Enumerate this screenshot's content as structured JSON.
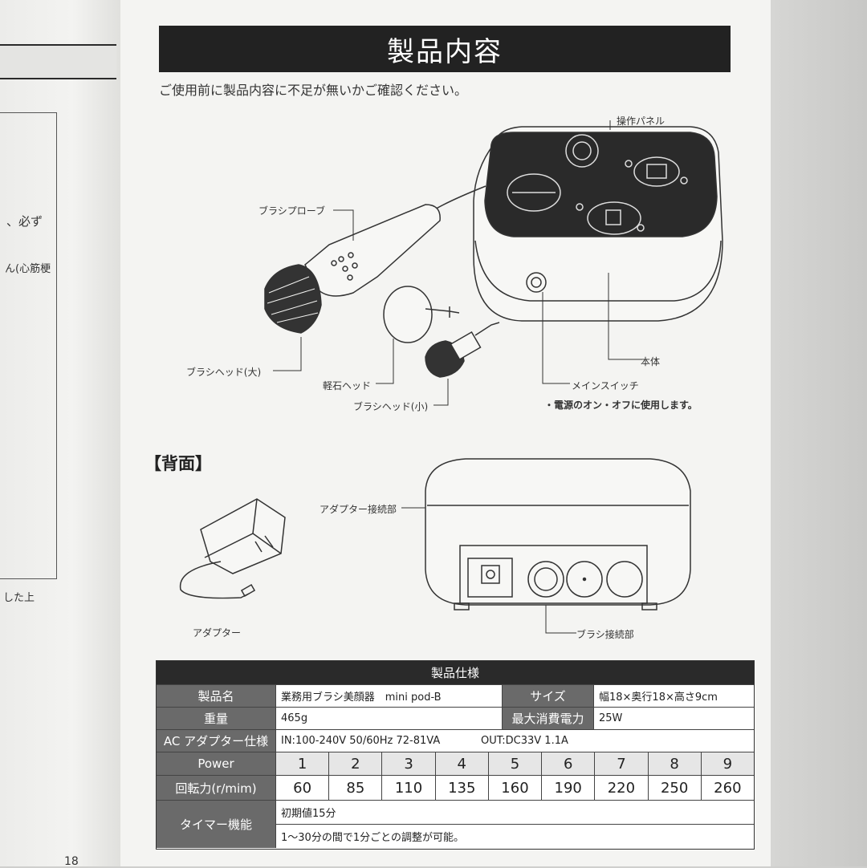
{
  "left_page": {
    "fragment_1": "、必ず",
    "fragment_2": "ん(心筋梗",
    "fragment_3": "した上",
    "page_number": "18"
  },
  "page": {
    "title": "製品内容",
    "intro": "ご使用前に製品内容に不足が無いかご確認ください。",
    "labels": {
      "control_panel": "操作パネル",
      "brush_probe": "ブラシプローブ",
      "main_body": "本体",
      "main_switch": "メインスイッチ",
      "switch_note": "・電源のオン・オフに使用します。",
      "brush_head_large": "ブラシヘッド(大)",
      "pumice_head": "軽石ヘッド",
      "brush_head_small": "ブラシヘッド(小)",
      "adapter_port": "アダプター接続部",
      "adapter": "アダプター",
      "brush_port": "ブラシ接続部"
    },
    "back_section_title": "【背面】"
  },
  "spec": {
    "title": "製品仕様",
    "product_name_label": "製品名",
    "product_name": "業務用ブラシ美顔器　mini pod-B",
    "size_label": "サイズ",
    "size": "幅18×奥行18×高さ9cm",
    "weight_label": "重量",
    "weight": "465g",
    "power_consumption_label": "最大消費電力",
    "power_consumption": "25W",
    "ac_label": "AC アダプター仕様",
    "ac_in": "IN:100-240V 50/60Hz 72-81VA",
    "ac_out": "OUT:DC33V 1.1A",
    "power_label": "Power",
    "power_levels": [
      "1",
      "2",
      "3",
      "4",
      "5",
      "6",
      "7",
      "8",
      "9"
    ],
    "rpm_label": "回転力(r/mim)",
    "rpm_values": [
      "60",
      "85",
      "110",
      "135",
      "160",
      "190",
      "220",
      "250",
      "260"
    ],
    "timer_label": "タイマー機能",
    "timer_default": "初期値15分",
    "timer_adjust": "1～30分の間で1分ごとの調整が可能。"
  }
}
